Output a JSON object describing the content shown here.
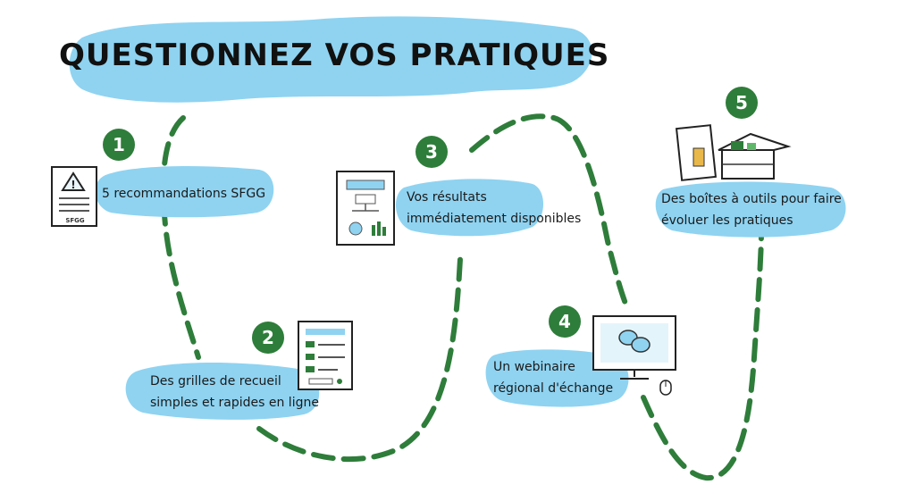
{
  "title": "QUESTIONNEZ VOS PRATIQUES",
  "colors": {
    "blob": "#8fd3f1",
    "path": "#2e7d3a",
    "badge": "#2e7d3a",
    "text": "#1a1a1a"
  },
  "steps": [
    {
      "number": "1",
      "lines": [
        "5 recommandations SFGG"
      ],
      "icon": "document-warning-icon",
      "icon_text": "SFGG"
    },
    {
      "number": "2",
      "lines": [
        "Des grilles de recueil",
        "simples et rapides en ligne"
      ],
      "icon": "form-sheet-icon"
    },
    {
      "number": "3",
      "lines": [
        "Vos résultats",
        "immédiatement disponibles"
      ],
      "icon": "results-report-icon"
    },
    {
      "number": "4",
      "lines": [
        "Un webinaire",
        "régional d'échange"
      ],
      "icon": "monitor-chat-icon"
    },
    {
      "number": "5",
      "lines": [
        "Des boîtes à outils pour faire",
        "évoluer les pratiques"
      ],
      "icon": "toolbox-icon"
    }
  ]
}
